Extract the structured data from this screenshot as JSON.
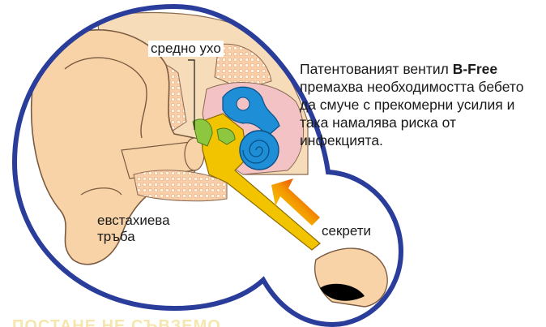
{
  "labels": {
    "middle_ear": "средно ухо",
    "eustachian_line1": "евстахиева",
    "eustachian_line2": "тръба",
    "secretions": "секрети"
  },
  "description": {
    "lead": "Патентованият вентил ",
    "brand": "B-Free",
    "rest": " премахва необходимостта бебето да смуче с прекомерни усилия и така намалява риска от инфекцията."
  },
  "bottom_text": "ПОСТАНЕ НЕ СЪВЗЕМО",
  "colors": {
    "frame": "#2a3d9a",
    "skin": "#f8d3a8",
    "bone": "#f6dcb8",
    "spongy": "#f5c9a6",
    "inner_pink": "#f2c2c5",
    "cochlea": "#1e8fd6",
    "tube": "#f2c400",
    "eardrum_green": "#8dc63f",
    "arrow_start": "#e60012",
    "arrow_end": "#ffe600"
  }
}
